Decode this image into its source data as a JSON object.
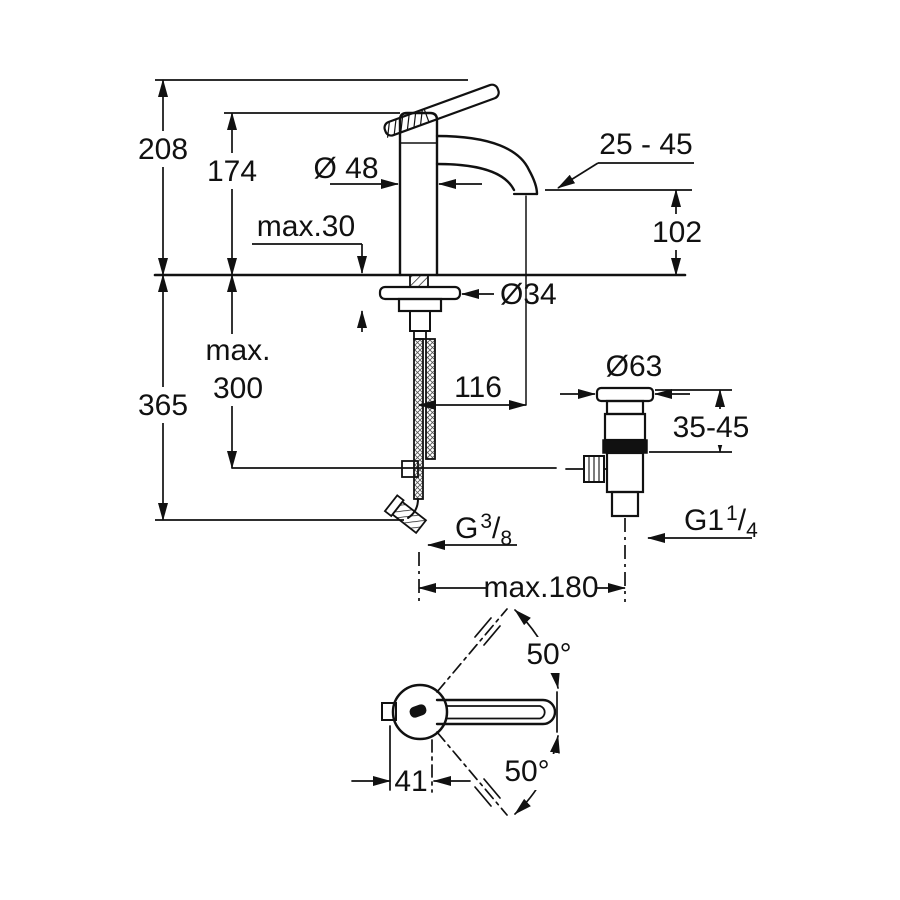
{
  "page": {
    "background": "#ffffff",
    "line_color": "#111111",
    "view": "faucet-technical-dimension-drawing"
  },
  "side_view": {
    "dim_208": "208",
    "dim_174": "174",
    "dia_48": "Ø 48",
    "spout_range": "25 - 45",
    "dim_102": "102",
    "max_30": "max.30",
    "dia_34": "Ø34",
    "max_word": "max.",
    "dim_300": "300",
    "dim_365": "365",
    "dim_116": "116",
    "dia_63": "Ø63",
    "dim_35_45": "35-45",
    "g38": {
      "base": "G",
      "sup": "3",
      "slash": "/",
      "sub": "8"
    },
    "g114": {
      "base": "G1",
      "sup": "1",
      "slash": "/",
      "sub": "4"
    },
    "max_180": "max.180"
  },
  "plan_view": {
    "angle_upper": "50°",
    "angle_lower": "50°",
    "dim_41": "41"
  }
}
